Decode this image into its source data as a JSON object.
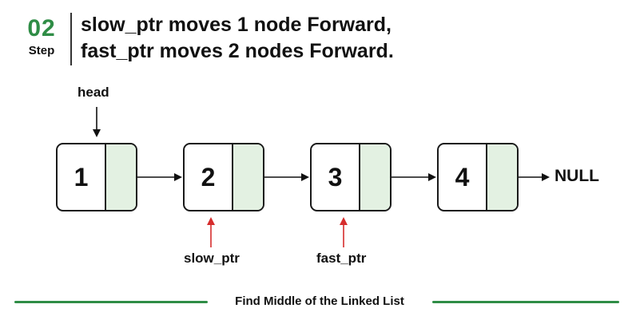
{
  "step": {
    "number": "02",
    "label": "Step"
  },
  "title": {
    "line1": "slow_ptr moves 1 node Forward,",
    "line2": "fast_ptr moves 2 nodes Forward."
  },
  "diagram": {
    "head_label": "head",
    "nodes": [
      {
        "value": "1"
      },
      {
        "value": "2"
      },
      {
        "value": "3"
      },
      {
        "value": "4"
      }
    ],
    "null_label": "NULL",
    "slow_ptr_label": "slow_ptr",
    "fast_ptr_label": "fast_ptr",
    "slow_ptr_node": 2,
    "fast_ptr_node": 3
  },
  "footer": {
    "caption": "Find Middle of the Linked List"
  },
  "colors": {
    "brand_green": "#2f8d46",
    "pointer_red": "#d62d2d",
    "next_cell_fill": "#e3f1e2"
  }
}
